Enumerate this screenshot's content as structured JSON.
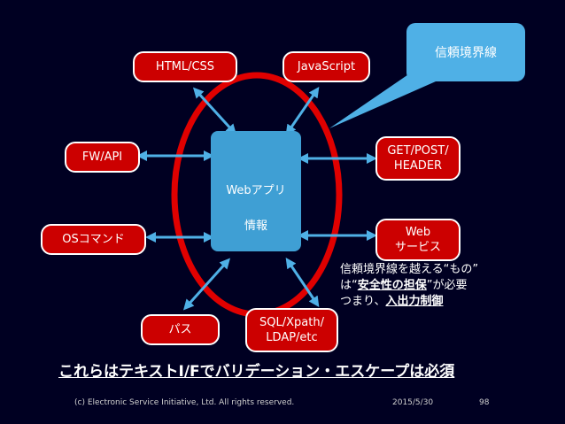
{
  "nodes": {
    "html_css": "HTML/CSS",
    "javascript": "JavaScript",
    "fw_api": "FW/API",
    "get_post_header": "GET/POST/\nHEADER",
    "os_command": "OSコマンド",
    "web_service": "Web\nサービス",
    "path": "パス",
    "sql_xpath": "SQL/Xpath/\nLDAP/etc"
  },
  "center": {
    "line1": "Webアプリ",
    "line2": "情報"
  },
  "callout": {
    "label": "信頼境界線"
  },
  "note": {
    "line1": "信頼境界線を越える“もの”",
    "line2_prefix": "は“",
    "line2_bold": "安全性の担保",
    "line2_suffix": "”が必要",
    "line3_prefix": "つまり、",
    "line3_bold": "入出力制御"
  },
  "banner": {
    "text": "これらはテキストI/Fでバリデーション・エスケープは必須"
  },
  "footer": {
    "copyright": "(c) Electronic Service Initiative, Ltd. All rights reserved.",
    "date": "2015/5/30",
    "page": "98"
  },
  "colors": {
    "background": "#000022",
    "node_fill": "#cc0000",
    "center_fill": "#3f9fd4",
    "callout_fill": "#4fb0e6",
    "boundary_ellipse": "#e00000",
    "arrow": "#4fb0e6"
  }
}
